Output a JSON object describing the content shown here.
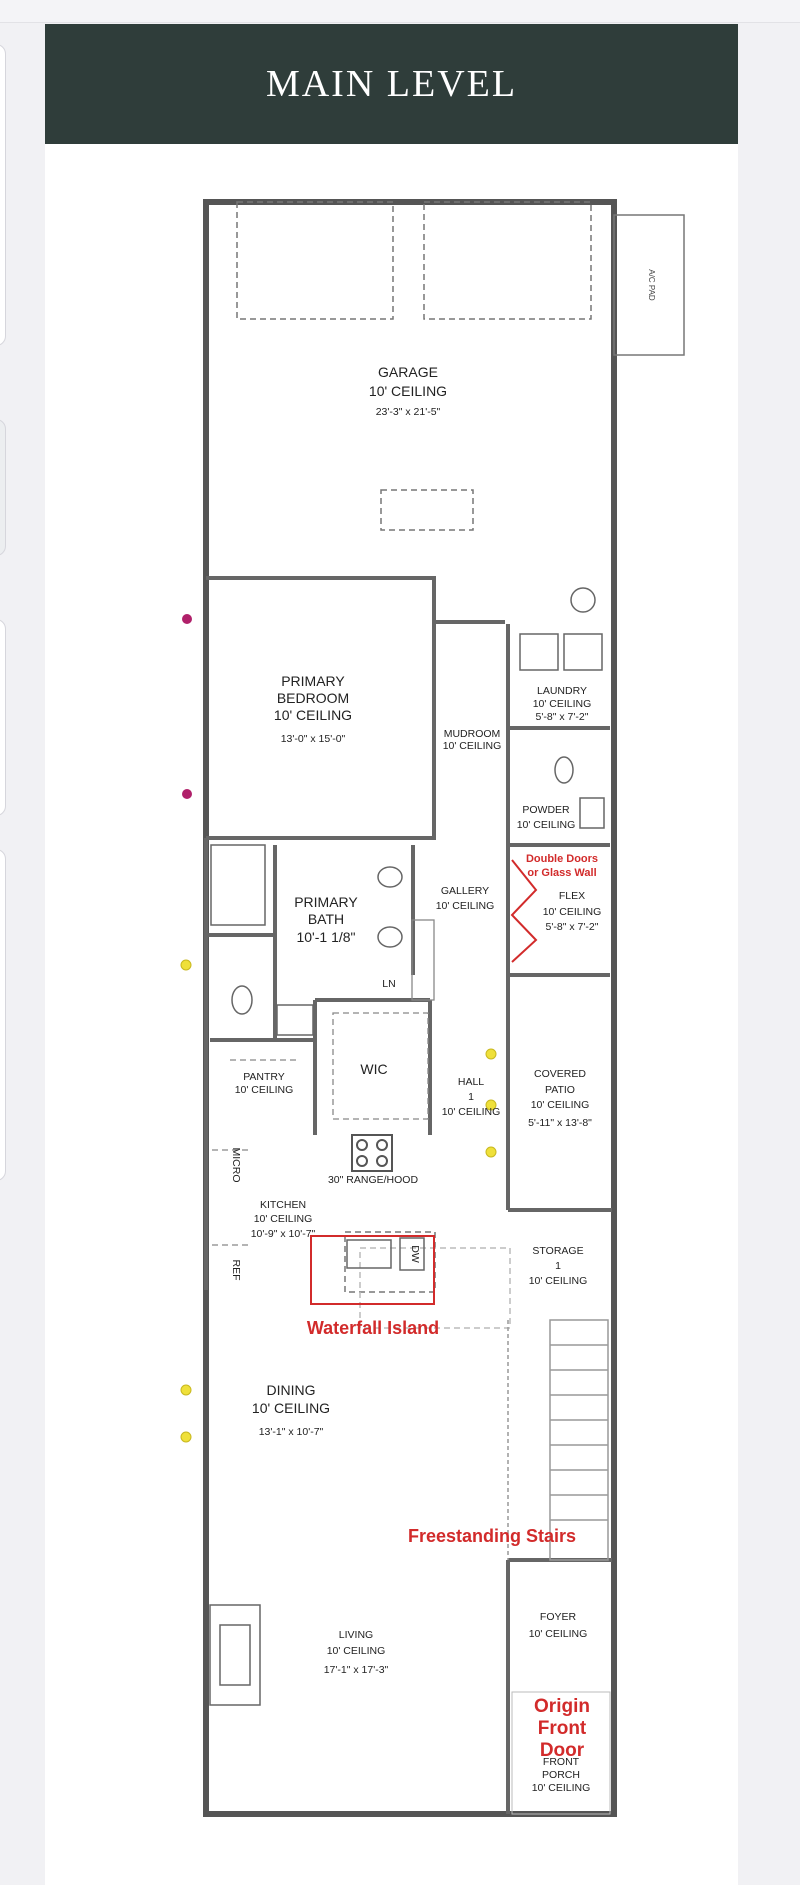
{
  "header": {
    "title": "MAIN LEVEL"
  },
  "rooms": {
    "garage": {
      "name": "GARAGE",
      "ceiling": "10' CEILING",
      "dims": "23'-3\" x 21'-5\""
    },
    "ac_pad": "A/C PAD",
    "primary_bedroom": {
      "name_line1": "PRIMARY",
      "name_line2": "BEDROOM",
      "ceiling": "10' CEILING",
      "dims": "13'-0\" x 15'-0\""
    },
    "mudroom": {
      "name": "MUDROOM",
      "ceiling": "10' CEILING"
    },
    "laundry": {
      "name": "LAUNDRY",
      "ceiling": "10' CEILING",
      "dims": "5'-8\" x 7'-2\""
    },
    "powder": {
      "name": "POWDER",
      "ceiling": "10' CEILING"
    },
    "flex": {
      "name": "FLEX",
      "ceiling": "10' CEILING",
      "dims": "5'-8\" x 7'-2\""
    },
    "gallery": {
      "name": "GALLERY",
      "ceiling": "10' CEILING"
    },
    "primary_bath": {
      "name_line1": "PRIMARY",
      "name_line2": "BATH",
      "dims": "10'-1 1/8\""
    },
    "wic": {
      "name": "WIC"
    },
    "pantry": {
      "name": "PANTRY",
      "ceiling": "10' CEILING"
    },
    "hall": {
      "name": "HALL",
      "number": "1",
      "ceiling": "10' CEILING"
    },
    "covered_patio": {
      "name_line1": "COVERED",
      "name_line2": "PATIO",
      "ceiling": "10' CEILING",
      "dims": "5'-11\" x 13'-8\""
    },
    "kitchen": {
      "name": "KITCHEN",
      "ceiling": "10' CEILING",
      "dims": "10'-9\" x 10'-7\""
    },
    "range_note": "30\" RANGE/HOOD",
    "storage": {
      "name": "STORAGE",
      "number": "1",
      "ceiling": "10' CEILING"
    },
    "dining": {
      "name": "DINING",
      "ceiling": "10' CEILING",
      "dims": "13'-1\" x 10'-7\""
    },
    "living": {
      "name": "LIVING",
      "ceiling": "10' CEILING",
      "dims": "17'-1\" x 17'-3\""
    },
    "foyer": {
      "name": "FOYER",
      "ceiling": "10' CEILING"
    },
    "front_porch": {
      "name_line1": "FRONT",
      "name_line2": "PORCH",
      "ceiling": "10' CEILING"
    }
  },
  "fixtures": {
    "micro": "MICRO",
    "ref": "REF",
    "dw": "DW",
    "ln": "LN"
  },
  "annotations": {
    "double_doors_line1": "Double Doors",
    "double_doors_line2": "or Glass Wall",
    "waterfall_island": "Waterfall Island",
    "freestanding_stairs": "Freestanding Stairs",
    "origin_line1": "Origin",
    "origin_line2": "Front",
    "origin_line3": "Door"
  },
  "colors": {
    "header_bg": "#2f3d3a",
    "annotation_red": "#d22b2b",
    "marker_magenta": "#b0206a",
    "marker_yellow": "#efe03a",
    "wall": "#555555"
  },
  "markers": [
    {
      "color": "magenta"
    },
    {
      "color": "magenta"
    },
    {
      "color": "yellow"
    },
    {
      "color": "yellow"
    },
    {
      "color": "yellow"
    },
    {
      "color": "yellow"
    },
    {
      "color": "yellow"
    },
    {
      "color": "yellow"
    }
  ]
}
